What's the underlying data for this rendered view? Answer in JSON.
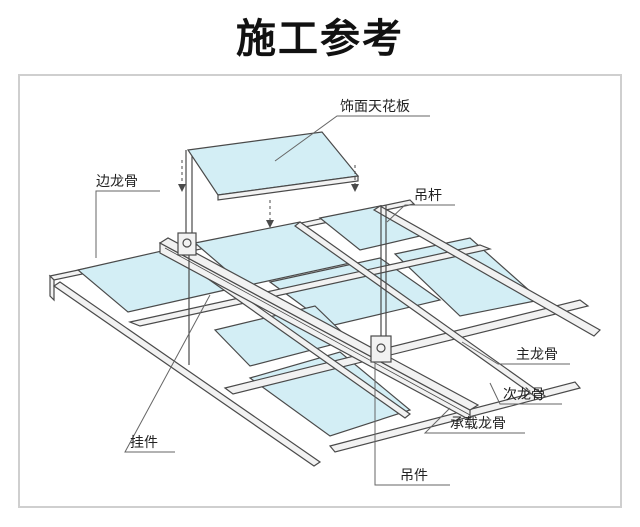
{
  "page": {
    "title": "施工参考"
  },
  "diagram": {
    "labels": {
      "ceiling_panel": "饰面天花板",
      "edge_keel": "边龙骨",
      "hanger_rod": "吊杆",
      "main_keel": "主龙骨",
      "secondary_keel": "次龙骨",
      "carrying_keel": "承载龙骨",
      "hanger_clip": "挂件",
      "suspension_piece": "吊件"
    },
    "colors": {
      "panel_fill": "#d3eef5",
      "metal": "#f2f2f2",
      "stroke": "#4a4a4a",
      "leader": "#666666"
    }
  }
}
